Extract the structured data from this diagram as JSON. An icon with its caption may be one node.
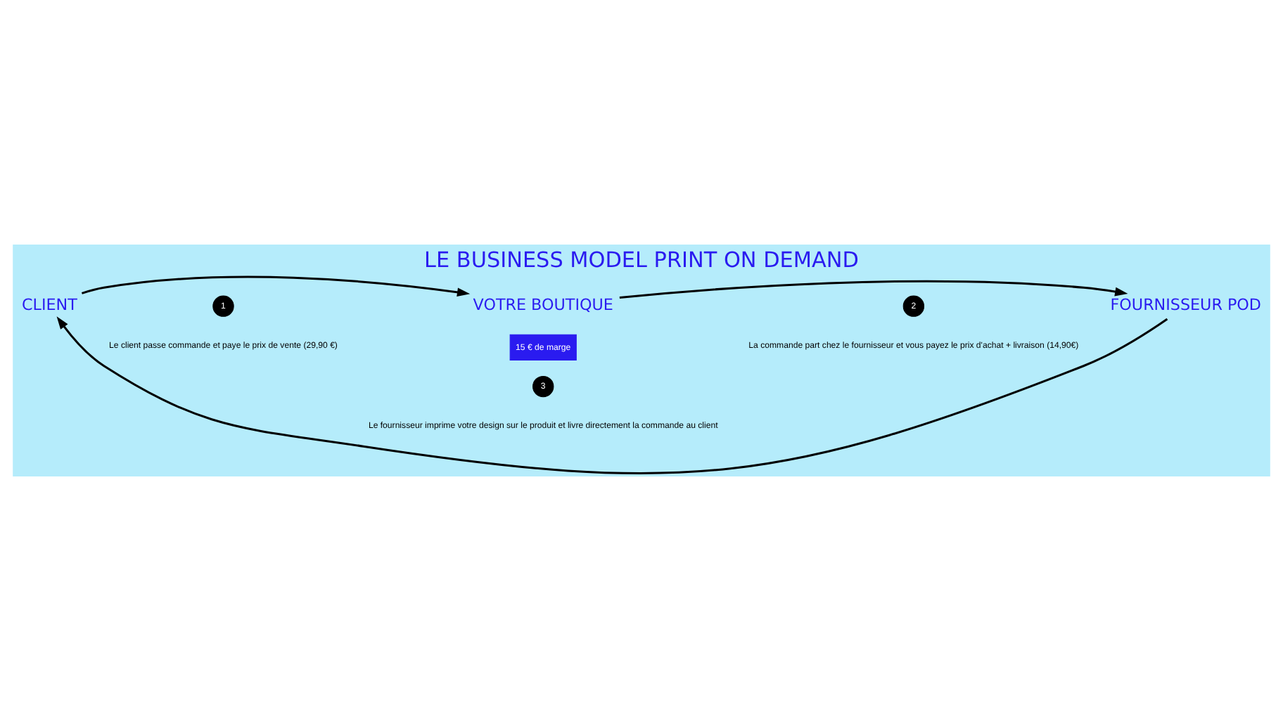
{
  "diagram": {
    "title": "LE BUSINESS MODEL PRINT ON DEMAND",
    "nodes": [
      {
        "text": [
          "CLIENT"
        ]
      },
      {
        "text": [
          "VOTRE BOUTIQUE"
        ]
      },
      {
        "text": [
          "15 € de marge"
        ]
      },
      {
        "text": [
          "FOURNISSEUR POD"
        ]
      },
      {
        "text": [
          "1"
        ],
        "beside": [
          "Le client passe commande et paye le prix de vente (29,90 €)"
        ]
      },
      {
        "text": [
          "2"
        ],
        "beside": [
          "La commande part chez le fournisseur et vous payez le prix d'achat + livraison (14,90€)"
        ]
      },
      {
        "text": [
          "3"
        ],
        "beside": [
          "Le fournisseur imprime votre design sur le produit et livre directement la commande au client"
        ]
      }
    ],
    "edges": [
      {
        "from": 0,
        "to": 1,
        "arrow": "to"
      },
      {
        "from": 1,
        "to": 3,
        "arrow": "to"
      },
      {
        "from": 3,
        "to": 0,
        "arrow": "to"
      }
    ]
  }
}
